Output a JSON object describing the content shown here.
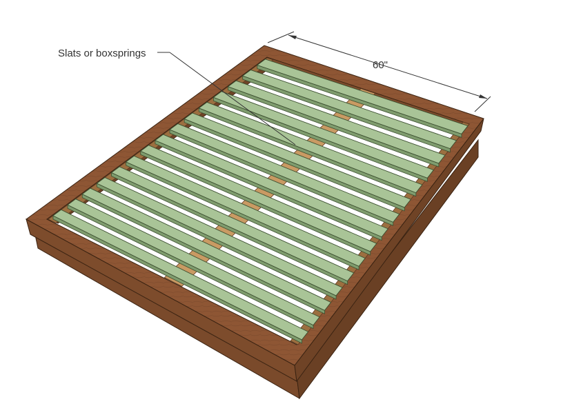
{
  "annotations": {
    "slats_label": "Slats or boxsprings",
    "dimension_label": "60\""
  },
  "colors": {
    "frame_top": "#8e5634",
    "frame_side": "#7a4a2b",
    "frame_dark": "#5e3820",
    "trim": "#a0653c",
    "slat_top": "#a9c497",
    "slat_side": "#7f9c6e",
    "support": "#c99a63",
    "support_dark": "#9c6f40",
    "interior": "#ffffff",
    "leader": "#333333"
  },
  "slat_count": 15
}
